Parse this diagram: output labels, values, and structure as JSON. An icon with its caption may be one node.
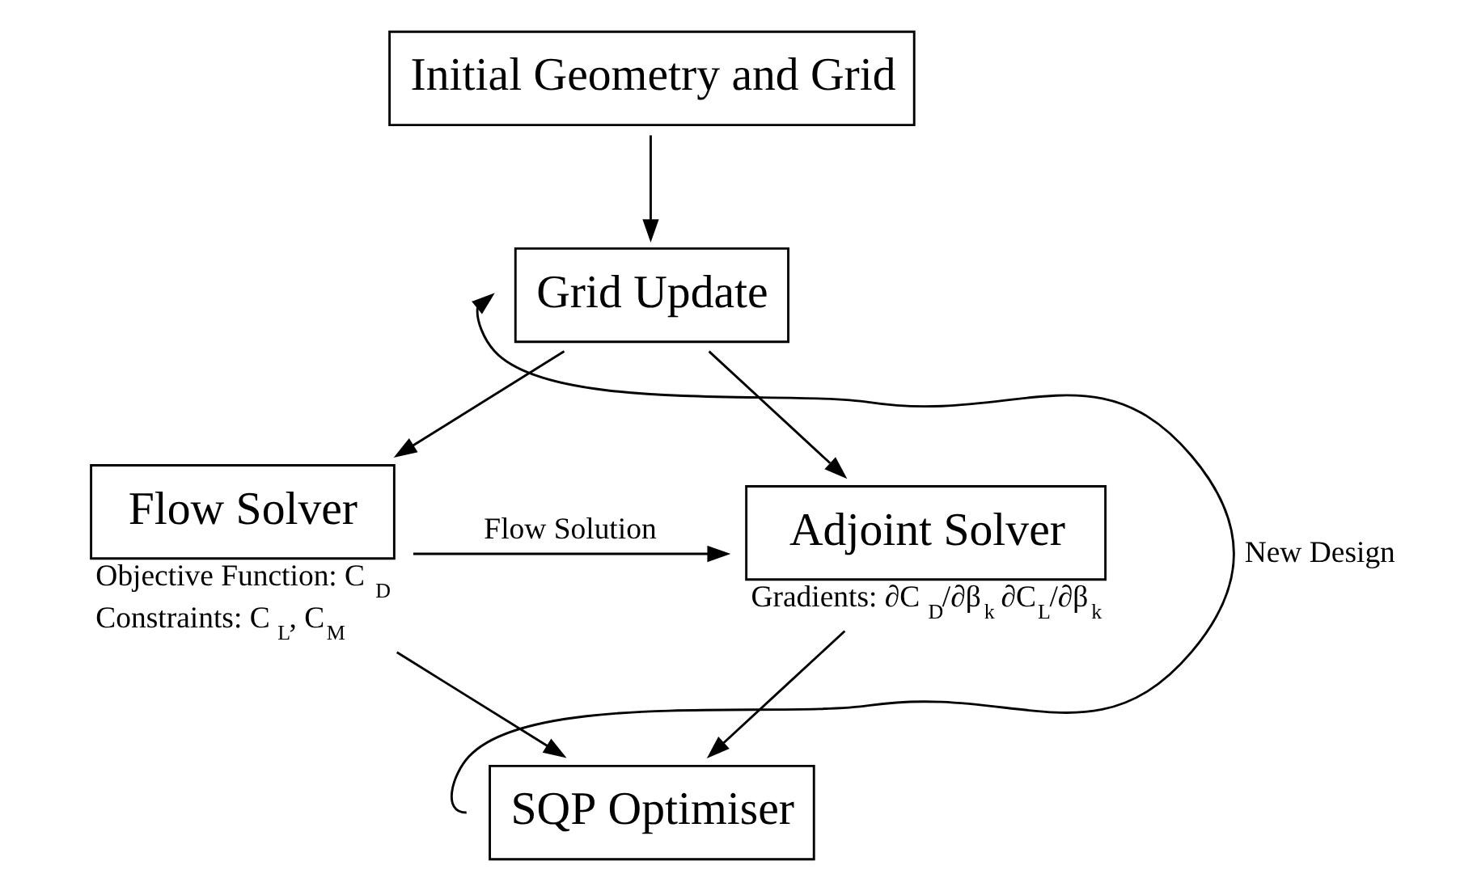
{
  "diagram": {
    "nodes": [
      {
        "text": [
          "Initial Geometry and Grid"
        ]
      },
      {
        "text": [
          "Grid Update"
        ]
      },
      {
        "text": [
          "Flow Solver"
        ],
        "beside": [
          "Objective Function: C$_{D}$",
          "Constraints: C$_{L}$, C$_{M}$"
        ]
      },
      {
        "text": [
          "Adjoint Solver"
        ],
        "beside": [
          "Gradients: ∂C$_{D}$/∂β$_{k}$ ∂C$_{L}$/∂β$_{k}$"
        ]
      },
      {
        "text": [
          "SQP Optimiser"
        ]
      }
    ],
    "edges": [
      {
        "from": 0,
        "to": 1,
        "arrow": "to"
      },
      {
        "from": 1,
        "to": 2,
        "arrow": "to"
      },
      {
        "from": 1,
        "to": 3,
        "arrow": "to"
      },
      {
        "from": 2,
        "to": 3,
        "arrow": "to",
        "label": "Flow Solution"
      },
      {
        "from": 2,
        "to": 4,
        "arrow": "to"
      },
      {
        "from": 3,
        "to": 4,
        "arrow": "to"
      },
      {
        "from": 4,
        "to": 1,
        "arrow": "to",
        "label": "New Design"
      }
    ]
  }
}
